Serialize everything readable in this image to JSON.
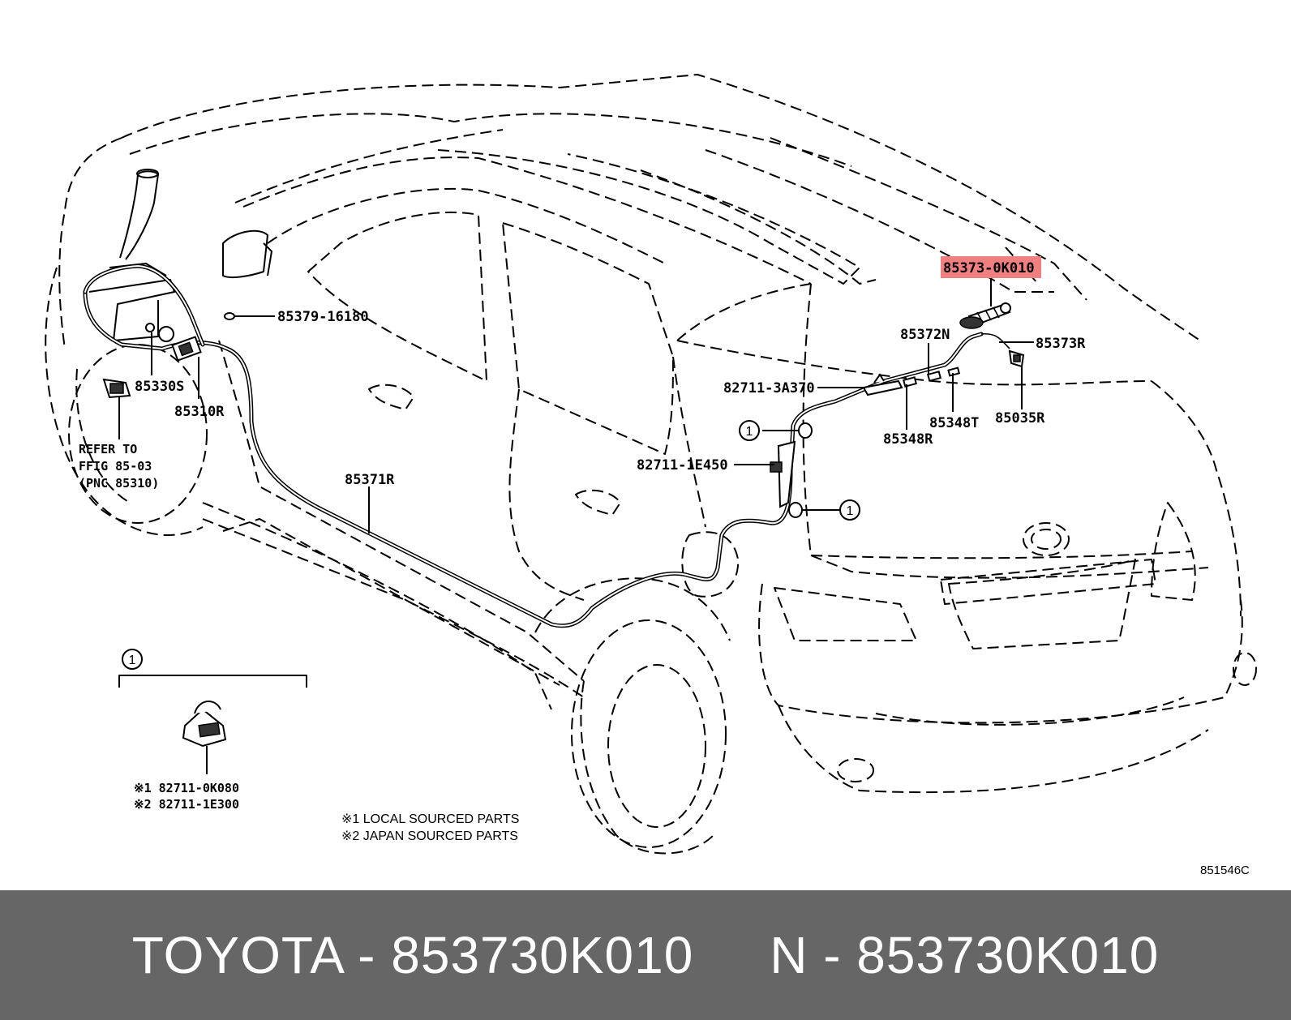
{
  "labels": {
    "p85373_0K010": "85373-0K010",
    "p85372N": "85372N",
    "p85373R": "85373R",
    "p82711_3A370": "82711-3A370",
    "p85348T": "85348T",
    "p85035R": "85035R",
    "p85348R": "85348R",
    "p82711_1E450": "82711-1E450",
    "p85379_16180": "85379-16180",
    "p85330S": "85330S",
    "p85310R": "85310R",
    "p85371R": "85371R",
    "refer_line1": "REFER TO",
    "refer_line2": "FFIG 85-03",
    "refer_line3": "(PNC 85310)",
    "circle_ref": "1",
    "kit1": "※1 82711-0K080",
    "kit2": "※2 82711-1E300",
    "legend1": "※1 LOCAL SOURCED PARTS",
    "legend2": "※2 JAPAN SOURCED PARTS",
    "diagram_code": "851546C"
  },
  "highlight_color": "#f08080",
  "footer": {
    "caption": "TOYOTA - 853730K010     N - 853730K010",
    "background": "#666666"
  }
}
